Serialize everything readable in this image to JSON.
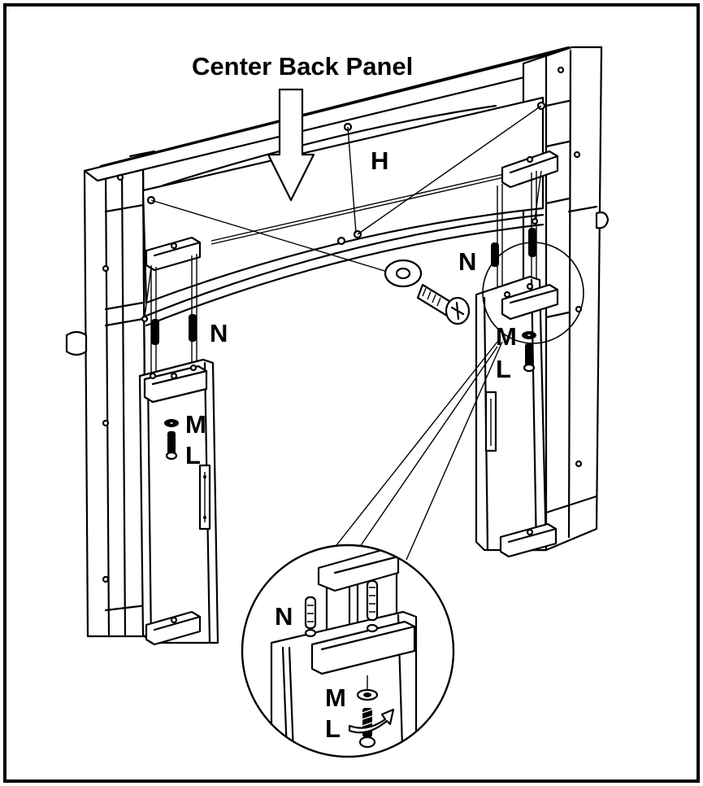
{
  "title": "Center Back Panel",
  "labels": {
    "h": "H",
    "n_left": "N",
    "n_right": "N",
    "n_zoom": "N",
    "m_left": "M",
    "l_left": "L",
    "m_right": "M",
    "l_right": "L",
    "m_zoom": "M",
    "l_zoom": "L"
  }
}
